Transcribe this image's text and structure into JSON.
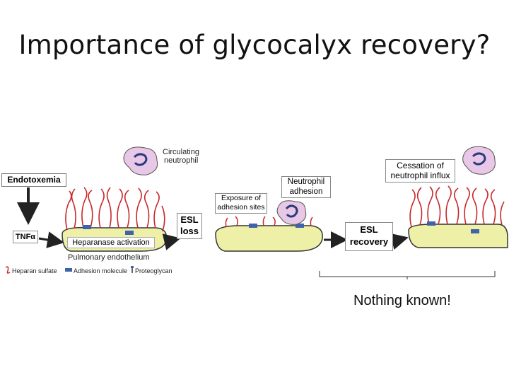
{
  "slide": {
    "title": "Importance of glycocalyx recovery?",
    "note": "Nothing known!"
  },
  "diagram": {
    "endotoxemia": "Endotoxemia",
    "tnf": "TNFα",
    "circulating_neutrophil": [
      "Circulating",
      "neutrophil"
    ],
    "heparanase": "Heparanase activation",
    "pulmonary_endothelium": "Pulmonary endothelium",
    "esl_loss": [
      "ESL",
      "loss"
    ],
    "exposure": [
      "Exposure of",
      "adhesion sites"
    ],
    "neutrophil_adhesion": [
      "Neutrophil",
      "adhesion"
    ],
    "esl_recovery": [
      "ESL",
      "recovery"
    ],
    "cessation": [
      "Cessation of",
      "neutrophil influx"
    ],
    "legend": {
      "heparan": "Heparan sulfate",
      "adhesion": "Adhesion molecule",
      "proteoglycan": "Proteoglycan"
    },
    "colors": {
      "hs": "#c8282a",
      "cell": "#eef0a8",
      "neutrophil": "#e8c8e6",
      "adhesion": "#3f63a8"
    }
  }
}
